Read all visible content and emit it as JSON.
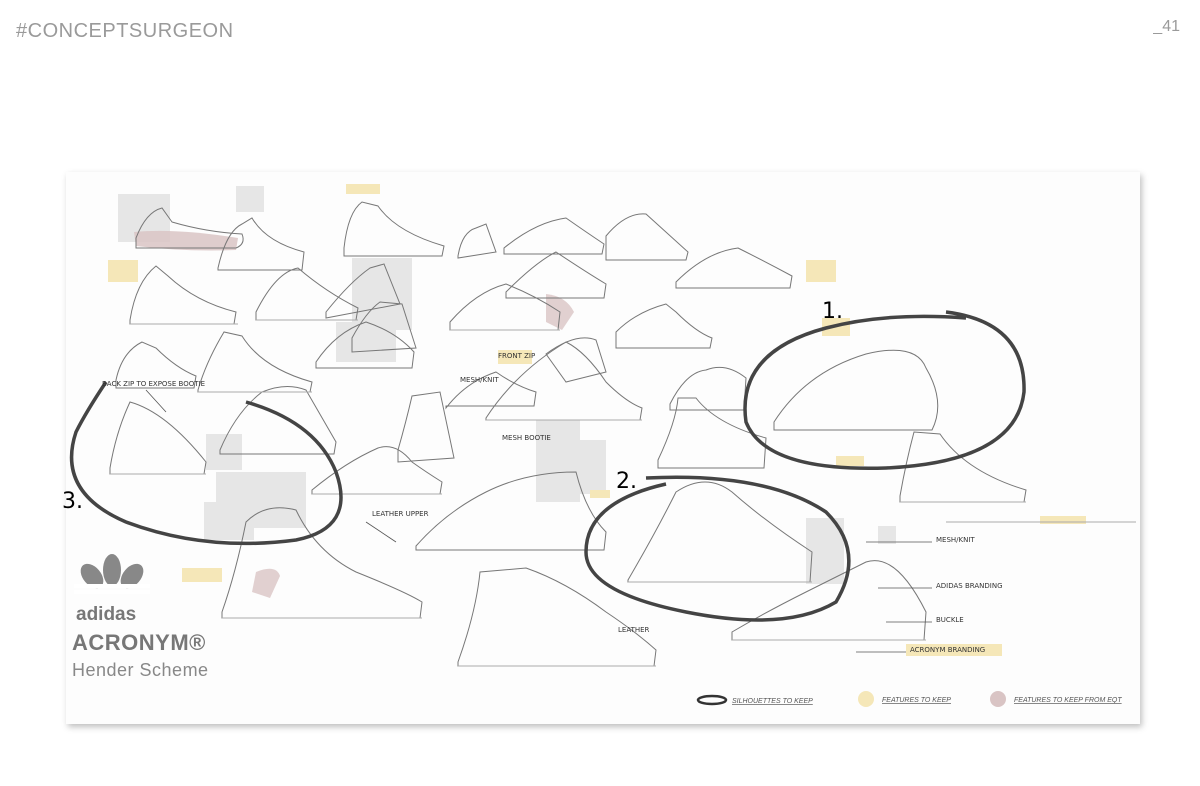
{
  "header": {
    "title": "#CONCEPTSURGEON",
    "page_number": "_41"
  },
  "brand": {
    "adidas": "adidas",
    "acronym": "ACRONYM®",
    "scheme": "Hender Scheme"
  },
  "sketch_sheet": {
    "groups": [
      {
        "number": "1."
      },
      {
        "number": "2."
      },
      {
        "number": "3."
      }
    ],
    "annotations": {
      "back_zip": "BACK ZIP TO EXPOSE BOOTIE",
      "front_zip": "FRONT ZIP",
      "mesh_knit": "MESH/KNIT",
      "mesh_bootie": "MESH BOOTIE",
      "leather_upper": "LEATHER UPPER",
      "leather": "LEATHER",
      "mesh_knit_right": "MESH/KNIT",
      "adidas_branding": "ADIDAS BRANDING",
      "buckle": "BUCKLE",
      "acronym_branding": "ACRONYM BRANDING"
    },
    "legend": [
      {
        "label": "SILHOUETTES TO KEEP",
        "swatch": "ellipse",
        "color": "#333333"
      },
      {
        "label": "FEATURES TO KEEP",
        "swatch": "blob",
        "color": "#f5e7b8"
      },
      {
        "label": "FEATURES TO KEEP FROM EQT",
        "swatch": "blob",
        "color": "#d9c4c4"
      }
    ]
  },
  "colors": {
    "header_gray": "#9a9a9a",
    "highlight_yellow": "#f5e7b8",
    "highlight_pink": "#d9c4c4",
    "panel_gray": "#e2e2e2",
    "ink": "#333333"
  }
}
